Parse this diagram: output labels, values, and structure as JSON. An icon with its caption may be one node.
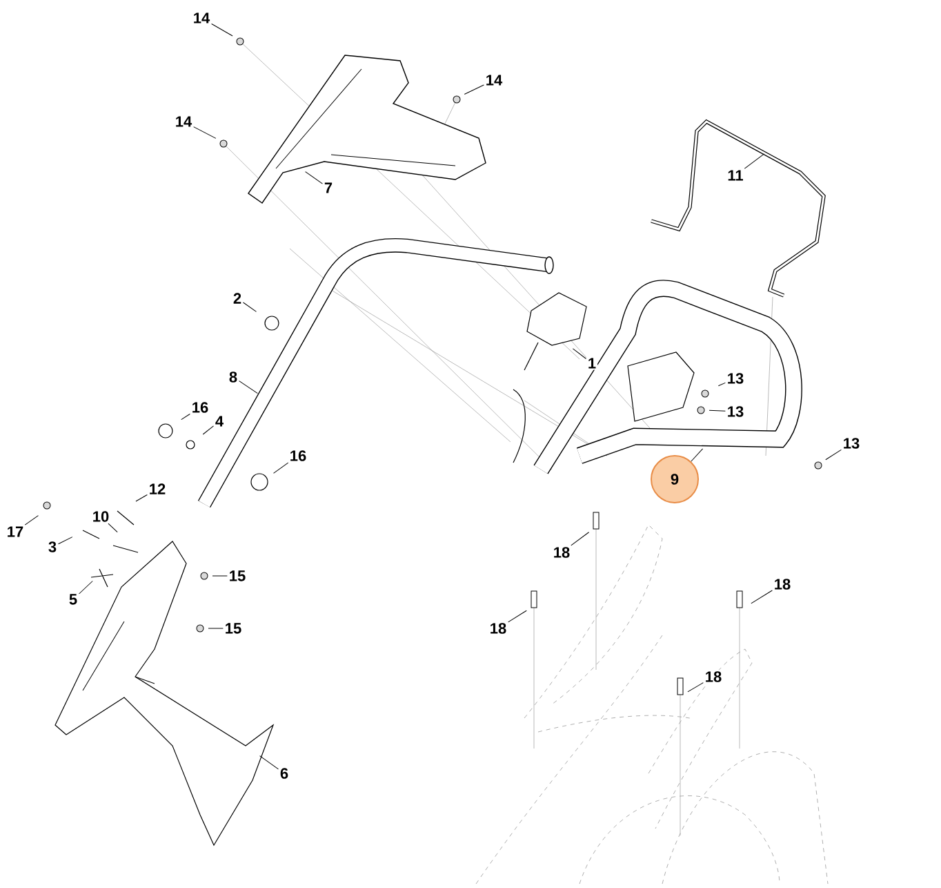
{
  "diagram": {
    "nodes": [
      {
        "text": [
          "14"
        ]
      },
      {
        "text": [
          "14"
        ]
      },
      {
        "text": [
          "14"
        ]
      },
      {
        "text": [
          "11"
        ]
      },
      {
        "text": [
          "7"
        ]
      },
      {
        "text": [
          "2"
        ]
      },
      {
        "text": [
          "1"
        ]
      },
      {
        "text": [
          "8"
        ]
      },
      {
        "text": [
          "13"
        ]
      },
      {
        "text": [
          "16"
        ]
      },
      {
        "text": [
          "13"
        ]
      },
      {
        "text": [
          "4"
        ]
      },
      {
        "text": [
          "13"
        ]
      },
      {
        "text": [
          "16"
        ]
      },
      {
        "text": [
          "9"
        ]
      },
      {
        "text": [
          "12"
        ]
      },
      {
        "text": [
          "10"
        ]
      },
      {
        "text": [
          "17"
        ]
      },
      {
        "text": [
          "3"
        ]
      },
      {
        "text": [
          "18"
        ]
      },
      {
        "text": [
          "15"
        ]
      },
      {
        "text": [
          "18"
        ]
      },
      {
        "text": [
          "5"
        ]
      },
      {
        "text": [
          "18"
        ]
      },
      {
        "text": [
          "15"
        ]
      },
      {
        "text": [
          "18"
        ]
      },
      {
        "text": [
          "6"
        ]
      }
    ],
    "edges": [
      {
        "from": 0,
        "to": null,
        "arrow": "none"
      },
      {
        "from": 1,
        "to": null,
        "arrow": "none"
      },
      {
        "from": 2,
        "to": null,
        "arrow": "none"
      },
      {
        "from": 3,
        "to": null,
        "arrow": "none"
      },
      {
        "from": 4,
        "to": null,
        "arrow": "none"
      },
      {
        "from": 5,
        "to": null,
        "arrow": "none"
      },
      {
        "from": 6,
        "to": null,
        "arrow": "none"
      },
      {
        "from": 7,
        "to": null,
        "arrow": "none"
      },
      {
        "from": 8,
        "to": null,
        "arrow": "none"
      },
      {
        "from": 9,
        "to": null,
        "arrow": "none"
      },
      {
        "from": 10,
        "to": null,
        "arrow": "none"
      },
      {
        "from": 11,
        "to": null,
        "arrow": "none"
      },
      {
        "from": 12,
        "to": null,
        "arrow": "none"
      },
      {
        "from": 13,
        "to": null,
        "arrow": "none"
      },
      {
        "from": 14,
        "to": null,
        "arrow": "none"
      },
      {
        "from": 15,
        "to": null,
        "arrow": "none"
      },
      {
        "from": 16,
        "to": null,
        "arrow": "none"
      },
      {
        "from": 17,
        "to": null,
        "arrow": "none"
      },
      {
        "from": 18,
        "to": null,
        "arrow": "none"
      },
      {
        "from": 19,
        "to": null,
        "arrow": "none"
      },
      {
        "from": 20,
        "to": null,
        "arrow": "none"
      },
      {
        "from": 21,
        "to": null,
        "arrow": "none"
      },
      {
        "from": 22,
        "to": null,
        "arrow": "none"
      },
      {
        "from": 23,
        "to": null,
        "arrow": "none"
      },
      {
        "from": 24,
        "to": null,
        "arrow": "none"
      },
      {
        "from": 25,
        "to": null,
        "arrow": "none"
      },
      {
        "from": 26,
        "to": null,
        "arrow": "none"
      }
    ]
  }
}
